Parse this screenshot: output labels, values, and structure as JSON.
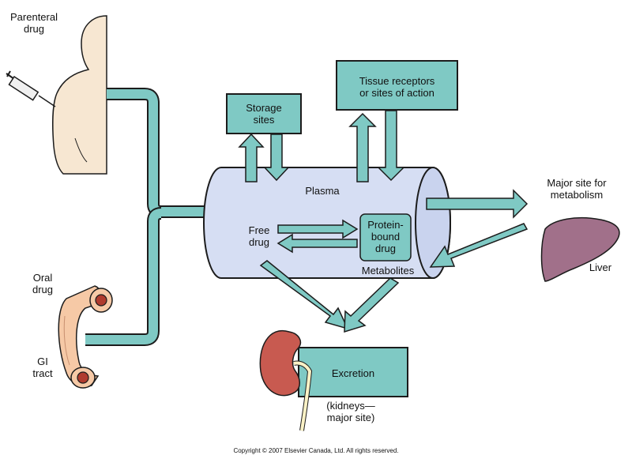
{
  "labels": {
    "parenteral_drug": "Parenteral\ndrug",
    "oral_drug": "Oral\ndrug",
    "gi_tract": "GI\ntract",
    "storage_sites": "Storage\nsites",
    "tissue_receptors": "Tissue receptors\nor sites of action",
    "plasma": "Plasma",
    "free_drug": "Free\ndrug",
    "protein_bound_drug": "Protein-\nbound\ndrug",
    "metabolites": "Metabolites",
    "major_site_metabolism": "Major site for\nmetabolism",
    "liver": "Liver",
    "excretion": "Excretion",
    "kidneys_major_site": "(kidneys—\nmajor site)"
  },
  "footer": {
    "copyright": "Copyright © 2007 Elsevier Canada, Ltd. All rights reserved."
  },
  "colors": {
    "teal": "#7fc9c4",
    "outline": "#1c1c1c",
    "plasma": "#d6def3",
    "skin": "#f7e7d2",
    "gut": "#f6c9a6",
    "liver": "#a1708a",
    "kidney": "#c85a50"
  }
}
